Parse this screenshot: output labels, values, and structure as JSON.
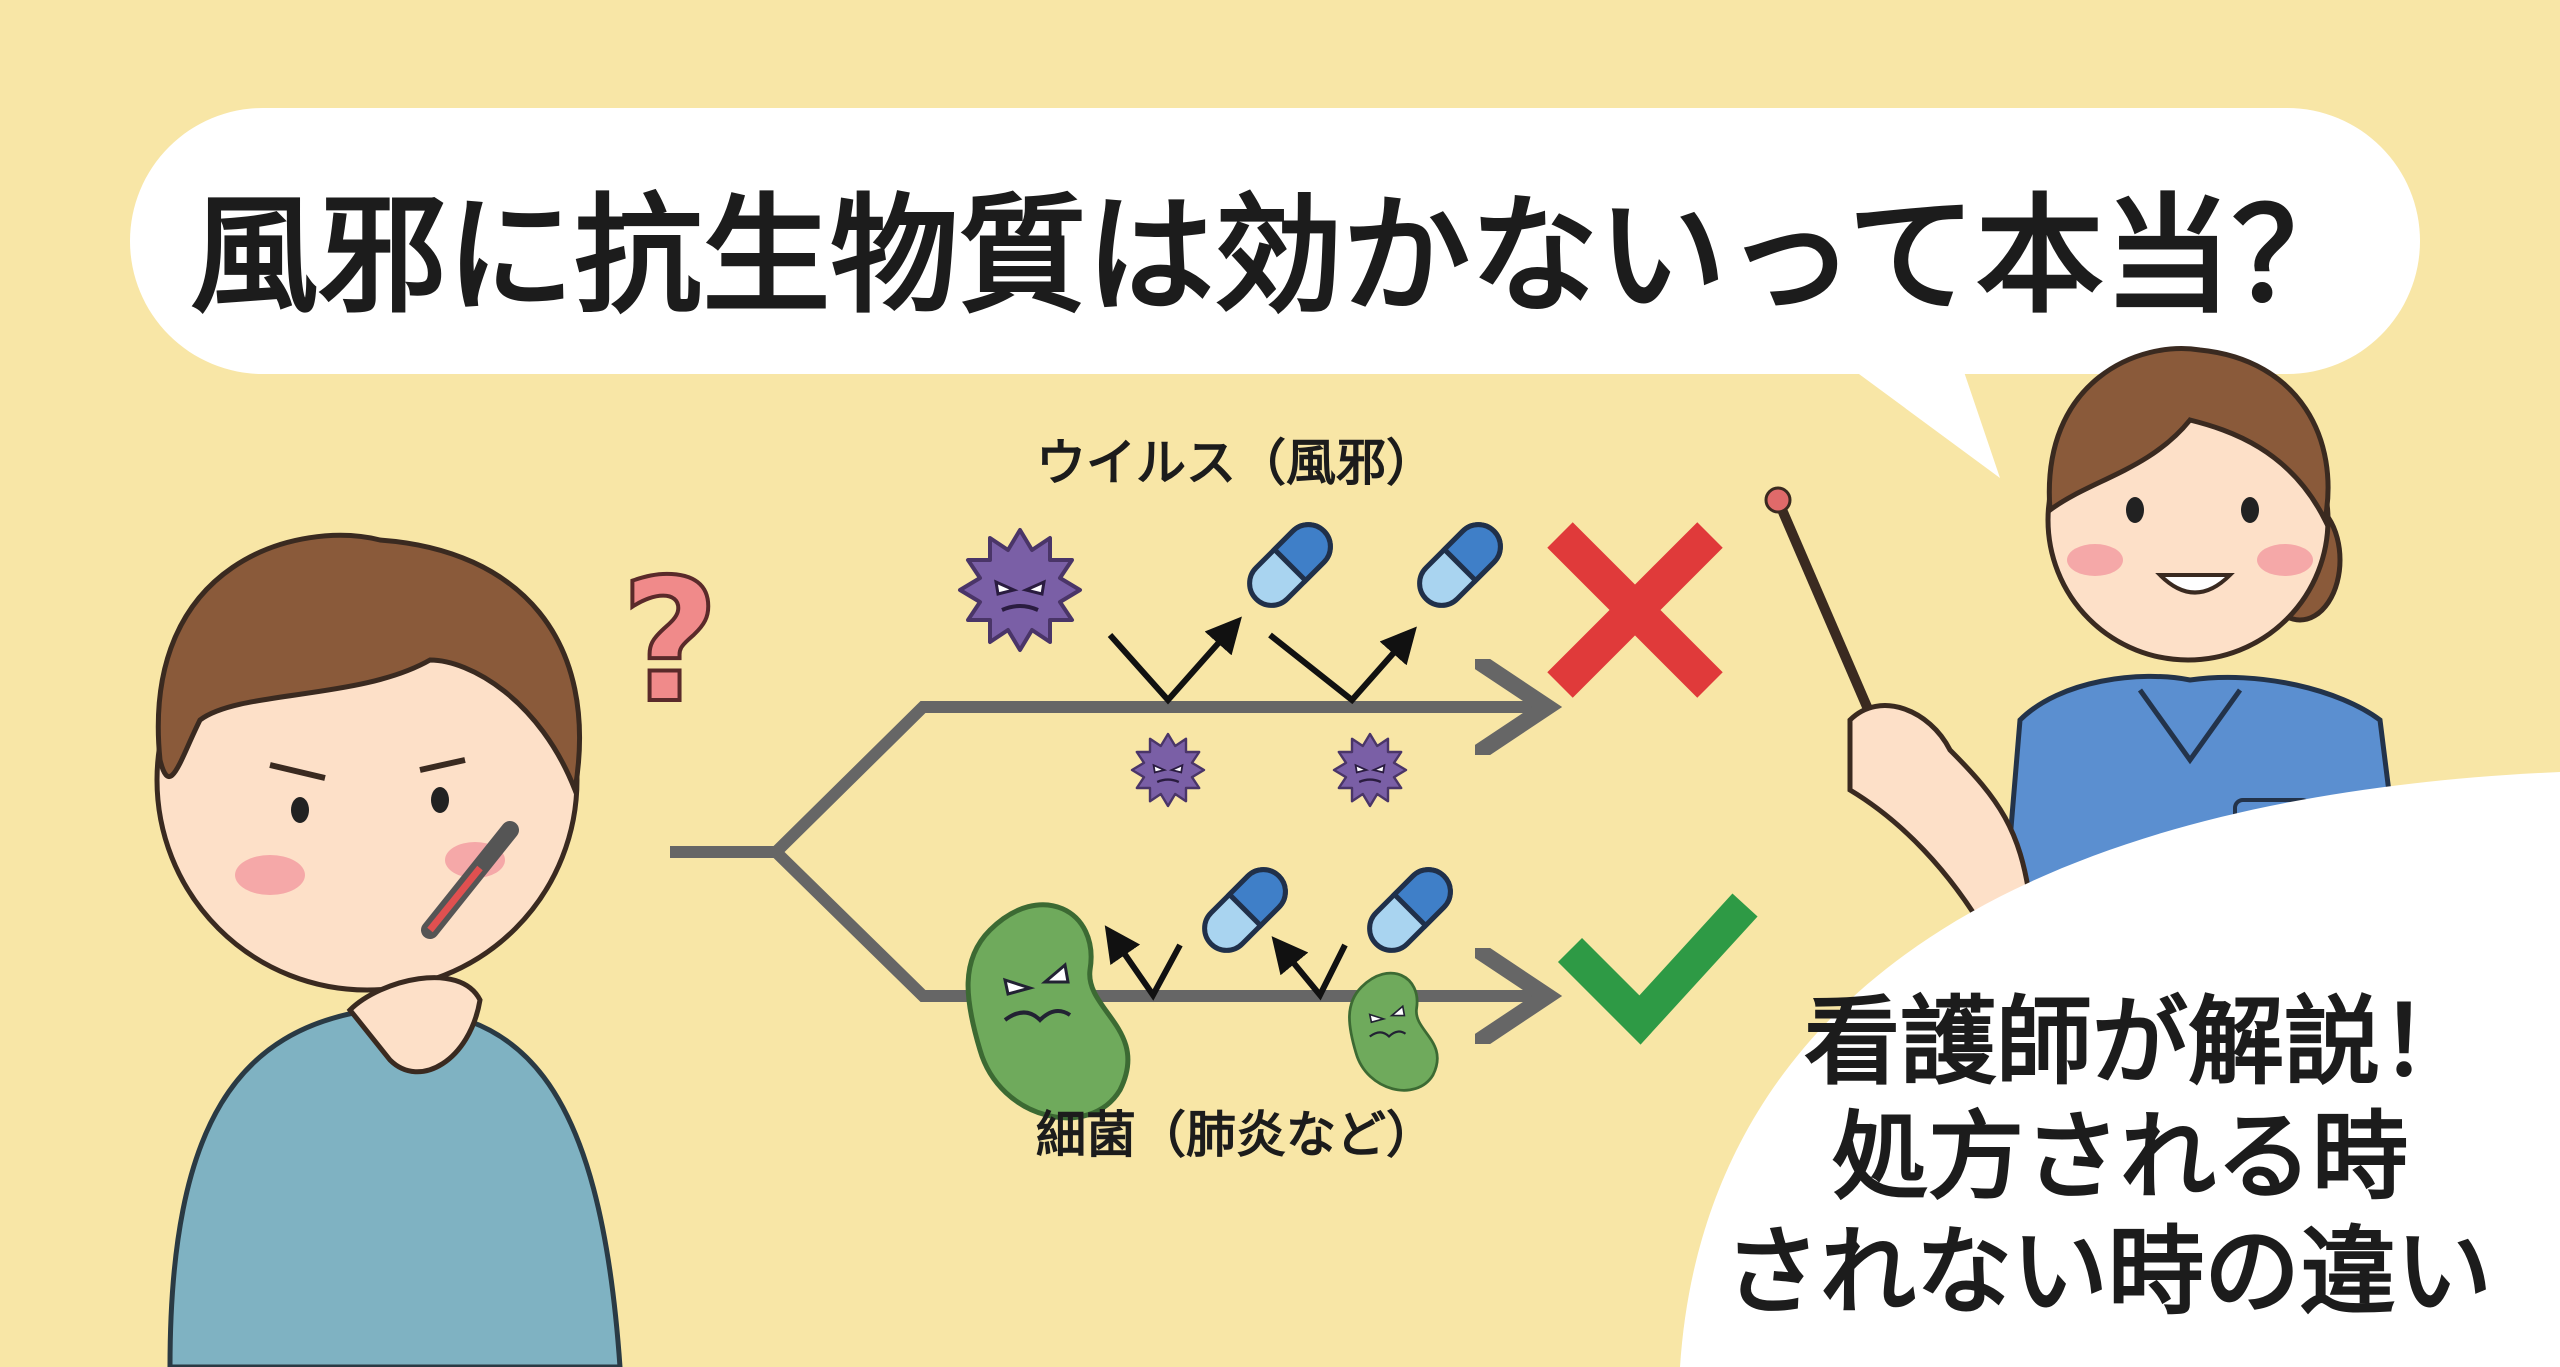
{
  "title": "風邪に抗生物質は効かないって本当？",
  "diagram": {
    "virus_label": "ウイルス（風邪）",
    "bacteria_label": "細菌（肺炎など）",
    "virus_result_icon": "cross-icon",
    "bacteria_result_icon": "check-icon"
  },
  "explanation": {
    "line1": "看護師が解説！",
    "line2": "処方される時",
    "line3": "されない時の違い"
  },
  "colors": {
    "background": "#f8e6a6",
    "virus": "#7a5fa6",
    "bacteria": "#6faa5c",
    "cross": "#e03a3a",
    "check": "#2e9a45",
    "scrubs": "#5b8fd0"
  }
}
